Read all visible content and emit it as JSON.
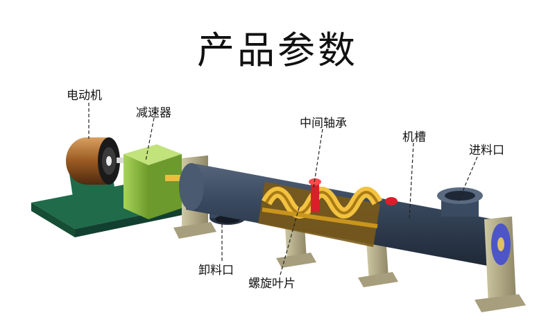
{
  "title": "产品参数",
  "labels": {
    "motor": "电动机",
    "reducer": "减速器",
    "middle_bearing": "中间轴承",
    "trough": "机槽",
    "inlet": "进料口",
    "outlet": "卸料口",
    "blade": "螺旋叶片"
  },
  "colors": {
    "tube": "#2f3e52",
    "reducer": "#8fbf3f",
    "base": "#1f6b4a",
    "blade": "#e8b030",
    "bearing": "#d8202a",
    "support": "#b7ae8a"
  }
}
